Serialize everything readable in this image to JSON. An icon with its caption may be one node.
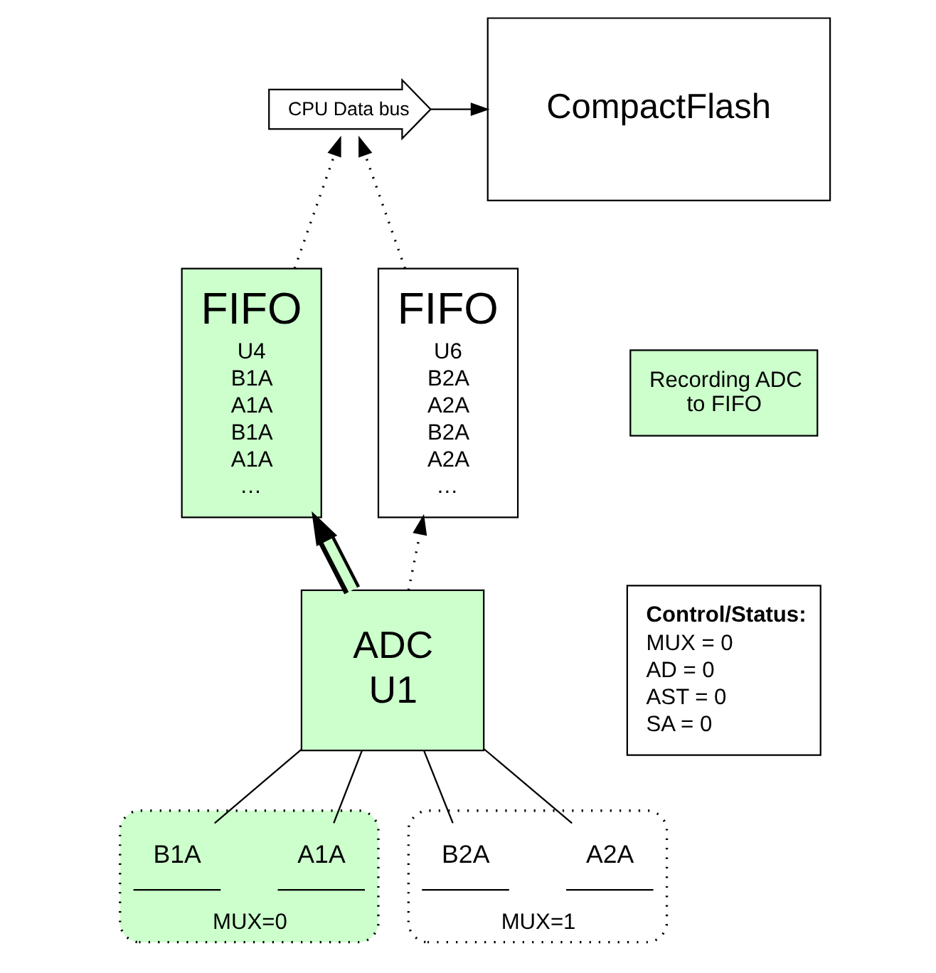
{
  "diagram": {
    "nodes": [
      {
        "text": [
          "CPU Data bus"
        ]
      },
      {
        "text": [
          "CompactFlash"
        ]
      },
      {
        "text": [
          "FIFO",
          "U4",
          "B1A",
          "A1A",
          "B1A",
          "A1A",
          "…"
        ]
      },
      {
        "text": [
          "FIFO",
          "U6",
          "B2A",
          "A2A",
          "B2A",
          "A2A",
          "…"
        ]
      },
      {
        "text": [
          "ADC",
          "U1"
        ]
      },
      {
        "text": [
          "MUX=0"
        ]
      },
      {
        "text": [
          "A1A"
        ],
        "in": 5
      },
      {
        "text": [
          "B1A"
        ],
        "in": 5
      },
      {
        "text": [
          "MUX=1"
        ]
      },
      {
        "text": [
          "A2A"
        ],
        "in": 8
      },
      {
        "text": [
          "B2A"
        ],
        "in": 8
      },
      {
        "text": [
          "Recording ADC to FIFO"
        ]
      },
      {
        "text": [
          "Control/Status:",
          "MUX = 0",
          "AD = 0",
          "AST = 0",
          "SA = 0"
        ]
      }
    ],
    "edges": [
      {
        "from": 0,
        "to": 1,
        "arrow": "to"
      },
      {
        "from": 2,
        "to": 0,
        "arrow": "to",
        "style": "dashed"
      },
      {
        "from": 3,
        "to": 0,
        "arrow": "to",
        "style": "dashed"
      },
      {
        "from": 4,
        "to": 2,
        "arrow": "to",
        "style": "thick",
        "color": "#ccffcc"
      },
      {
        "from": 4,
        "to": 3,
        "arrow": "to",
        "style": "dashed"
      },
      {
        "from": 6,
        "to": 4,
        "arrow": "none"
      },
      {
        "from": 7,
        "to": 4,
        "arrow": "none"
      },
      {
        "from": 9,
        "to": 4,
        "arrow": "none"
      },
      {
        "from": 10,
        "to": 4,
        "arrow": "none"
      }
    ]
  }
}
